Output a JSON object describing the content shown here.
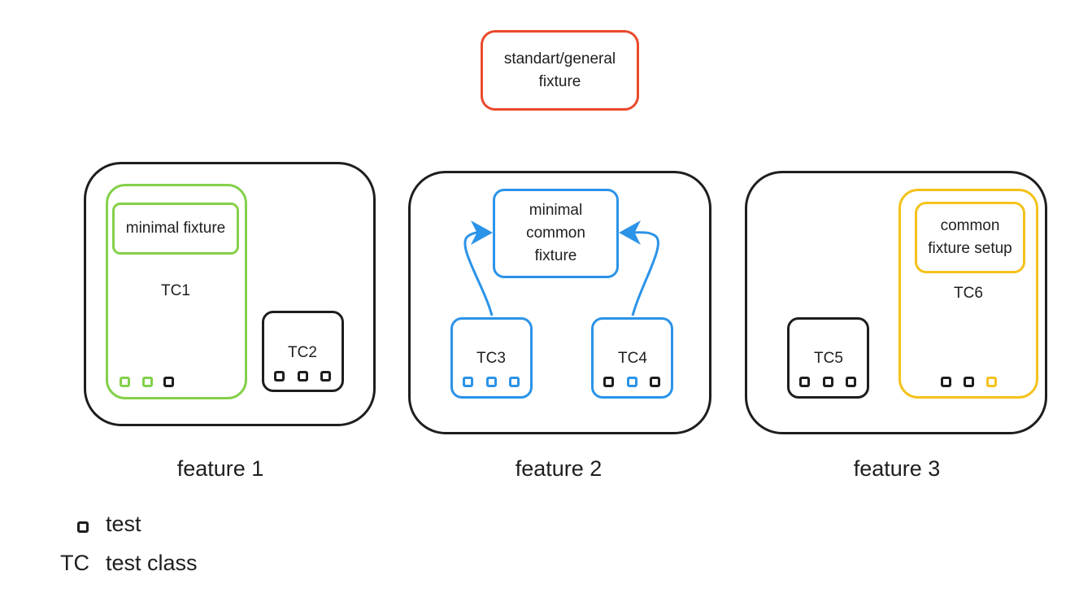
{
  "general_fixture": {
    "line1": "standart/general",
    "line2": "fixture"
  },
  "features": [
    {
      "label": "feature 1"
    },
    {
      "label": "feature 2"
    },
    {
      "label": "feature 3"
    }
  ],
  "feature1": {
    "minimal_fixture": "minimal fixture",
    "tc1": "TC1",
    "tc2": "TC2"
  },
  "feature2": {
    "fixture_line1": "minimal",
    "fixture_line2": "common",
    "fixture_line3": "fixture",
    "tc3": "TC3",
    "tc4": "TC4"
  },
  "feature3": {
    "fixture_line1": "common",
    "fixture_line2": "fixture setup",
    "tc5": "TC5",
    "tc6": "TC6"
  },
  "legend": {
    "test_label": "test",
    "tc_symbol": "TC",
    "tc_label": "test class"
  },
  "colors": {
    "outline": "#1e1e1e",
    "general_fixture": "#ea4a2c",
    "feature1_accent": "#84d04a",
    "feature2_accent": "#2b93e8",
    "feature3_accent": "#f4c21b"
  }
}
